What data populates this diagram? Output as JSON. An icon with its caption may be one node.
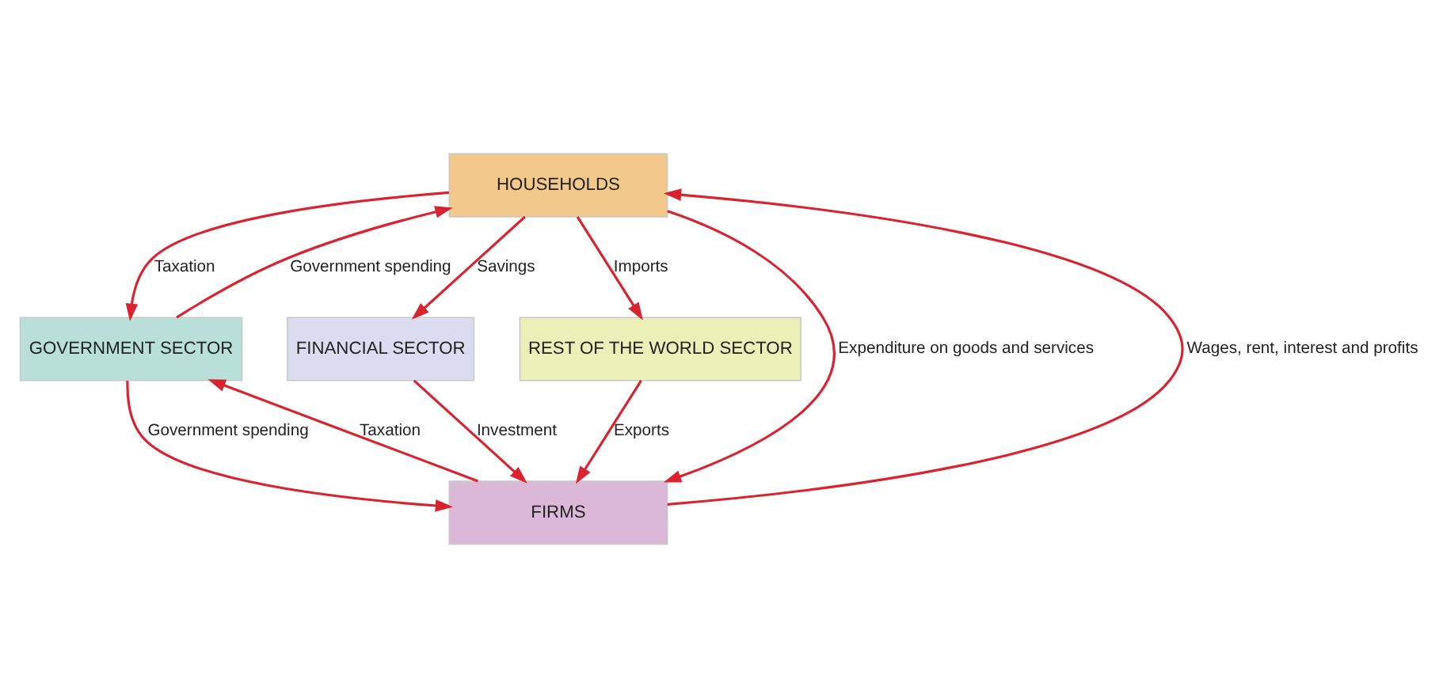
{
  "diagram": {
    "nodes": [
      {
        "text": [
          "HOUSEHOLDS"
        ]
      },
      {
        "text": [
          "GOVERNMENT SECTOR"
        ]
      },
      {
        "text": [
          "FINANCIAL SECTOR"
        ]
      },
      {
        "text": [
          "REST OF THE WORLD SECTOR"
        ]
      },
      {
        "text": [
          "FIRMS"
        ]
      }
    ],
    "edges": [
      {
        "from": 0,
        "to": 1,
        "arrow": "to",
        "label": "Taxation"
      },
      {
        "from": 1,
        "to": 0,
        "arrow": "to",
        "label": "Government spending"
      },
      {
        "from": 1,
        "to": 4,
        "arrow": "to",
        "label": "Government spending"
      },
      {
        "from": 4,
        "to": 1,
        "arrow": "to",
        "label": "Taxation"
      },
      {
        "from": 4,
        "to": 0,
        "arrow": "to",
        "label": "Wages, rent, interest and profits"
      },
      {
        "from": 0,
        "to": 4,
        "arrow": "to",
        "label": "Expenditure on goods and services"
      },
      {
        "from": 0,
        "to": 2,
        "arrow": "to",
        "label": "Savings"
      },
      {
        "from": 0,
        "to": 3,
        "arrow": "to",
        "label": "Imports"
      },
      {
        "from": 2,
        "to": 4,
        "arrow": "to",
        "label": "Investment"
      },
      {
        "from": 3,
        "to": 4,
        "arrow": "to",
        "label": "Exports"
      }
    ]
  }
}
